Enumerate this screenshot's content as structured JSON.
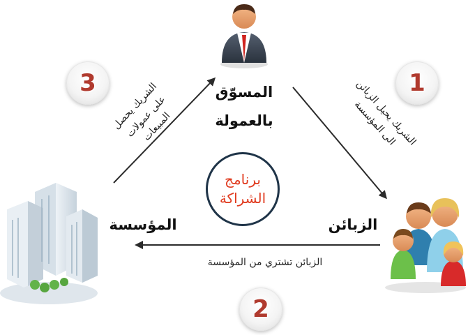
{
  "nodes": {
    "marketer": "المسوّق\nبالعمولة",
    "customers": "الزبائن",
    "institution": "المؤسسة"
  },
  "center": {
    "line1": "برنامج",
    "line2": "الشراكة"
  },
  "steps": [
    {
      "number": "1",
      "text_lines": [
        "الشريك يحيل الزبائن",
        "الى المؤسسة"
      ]
    },
    {
      "number": "2",
      "text_lines": [
        "الزبائن تشتري من المؤسسة"
      ]
    },
    {
      "number": "3",
      "text_lines": [
        "الشريك يحصل",
        "على عمولات",
        "المبيعات"
      ]
    }
  ],
  "colors": {
    "badge_number": "#b03a2e",
    "center_text": "#e03a1e",
    "center_border": "#1f3448",
    "arrow": "#2b2b2b"
  },
  "icons": {
    "marketer": "businessman-icon",
    "customers": "family-group-icon",
    "institution": "office-building-icon"
  }
}
